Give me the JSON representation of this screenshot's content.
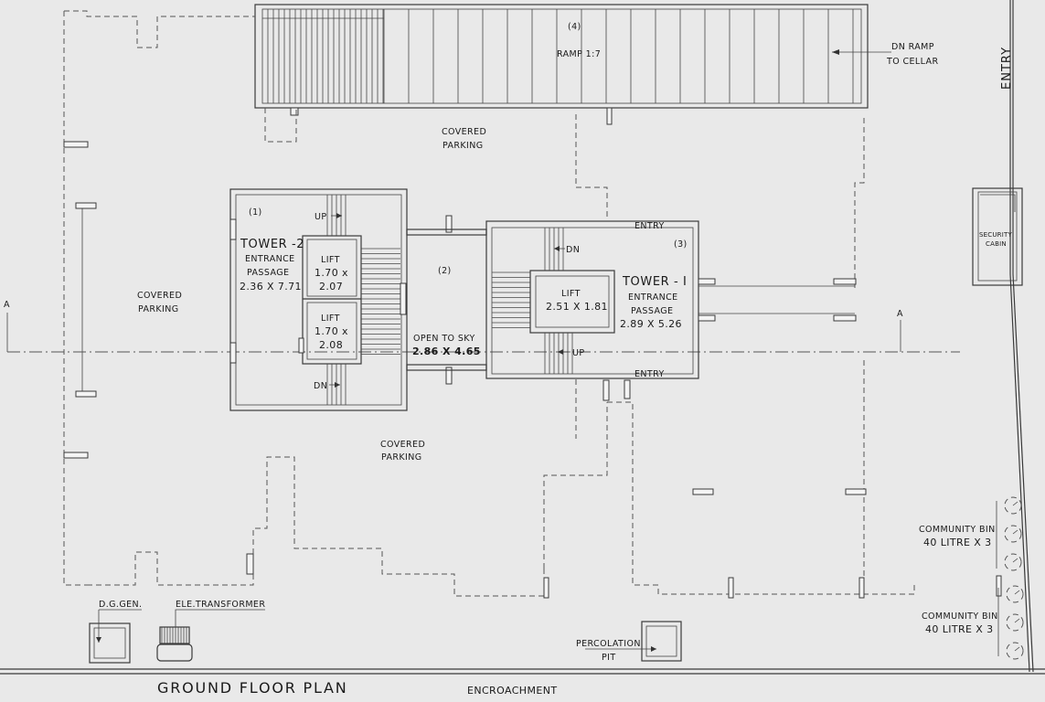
{
  "ramp": {
    "number": "(4)",
    "label": "RAMP 1:7",
    "dn_line1": "DN RAMP",
    "dn_line2": "TO CELLAR"
  },
  "entry_main": "ENTRY",
  "covered_parking": {
    "top": [
      "COVERED",
      "PARKING"
    ],
    "left": [
      "COVERED",
      "PARKING"
    ],
    "bottom": [
      "COVERED",
      "PARKING"
    ]
  },
  "tower2": {
    "number": "(1)",
    "title": "TOWER -2",
    "line1": "ENTRANCE",
    "line2": "PASSAGE",
    "dims": "2.36 X 7.71",
    "lift1": [
      "LIFT",
      "1.70 x",
      "2.07"
    ],
    "lift2": [
      "LIFT",
      "1.70 x",
      "2.08"
    ],
    "up": "UP",
    "dn": "DN"
  },
  "open_to_sky": {
    "number": "(2)",
    "label": "OPEN TO SKY",
    "dims": "2.86 X 4.65"
  },
  "tower1": {
    "number": "(3)",
    "title": "TOWER - I",
    "line1": "ENTRANCE",
    "line2": "PASSAGE",
    "dims": "2.89 X 5.26",
    "lift": [
      "LIFT",
      "2.51 X 1.81"
    ],
    "entry_top": "ENTRY",
    "entry_bottom": "ENTRY",
    "dn": "DN",
    "up": "UP"
  },
  "section_marks": {
    "left": "A",
    "right": "A"
  },
  "security_cabin": [
    "SECURITY",
    "CABIN"
  ],
  "community_bin_1": [
    "COMMUNITY BIN",
    "40 LITRE X 3"
  ],
  "community_bin_2": [
    "COMMUNITY BIN",
    "40 LITRE X 3"
  ],
  "dg_gen": "D.G.GEN.",
  "ele_transformer": "ELE.TRANSFORMER",
  "percolation_pit": [
    "PERCOLATION",
    "PIT"
  ],
  "footer": {
    "title": "GROUND FLOOR PLAN",
    "encroachment": "ENCROACHMENT"
  }
}
